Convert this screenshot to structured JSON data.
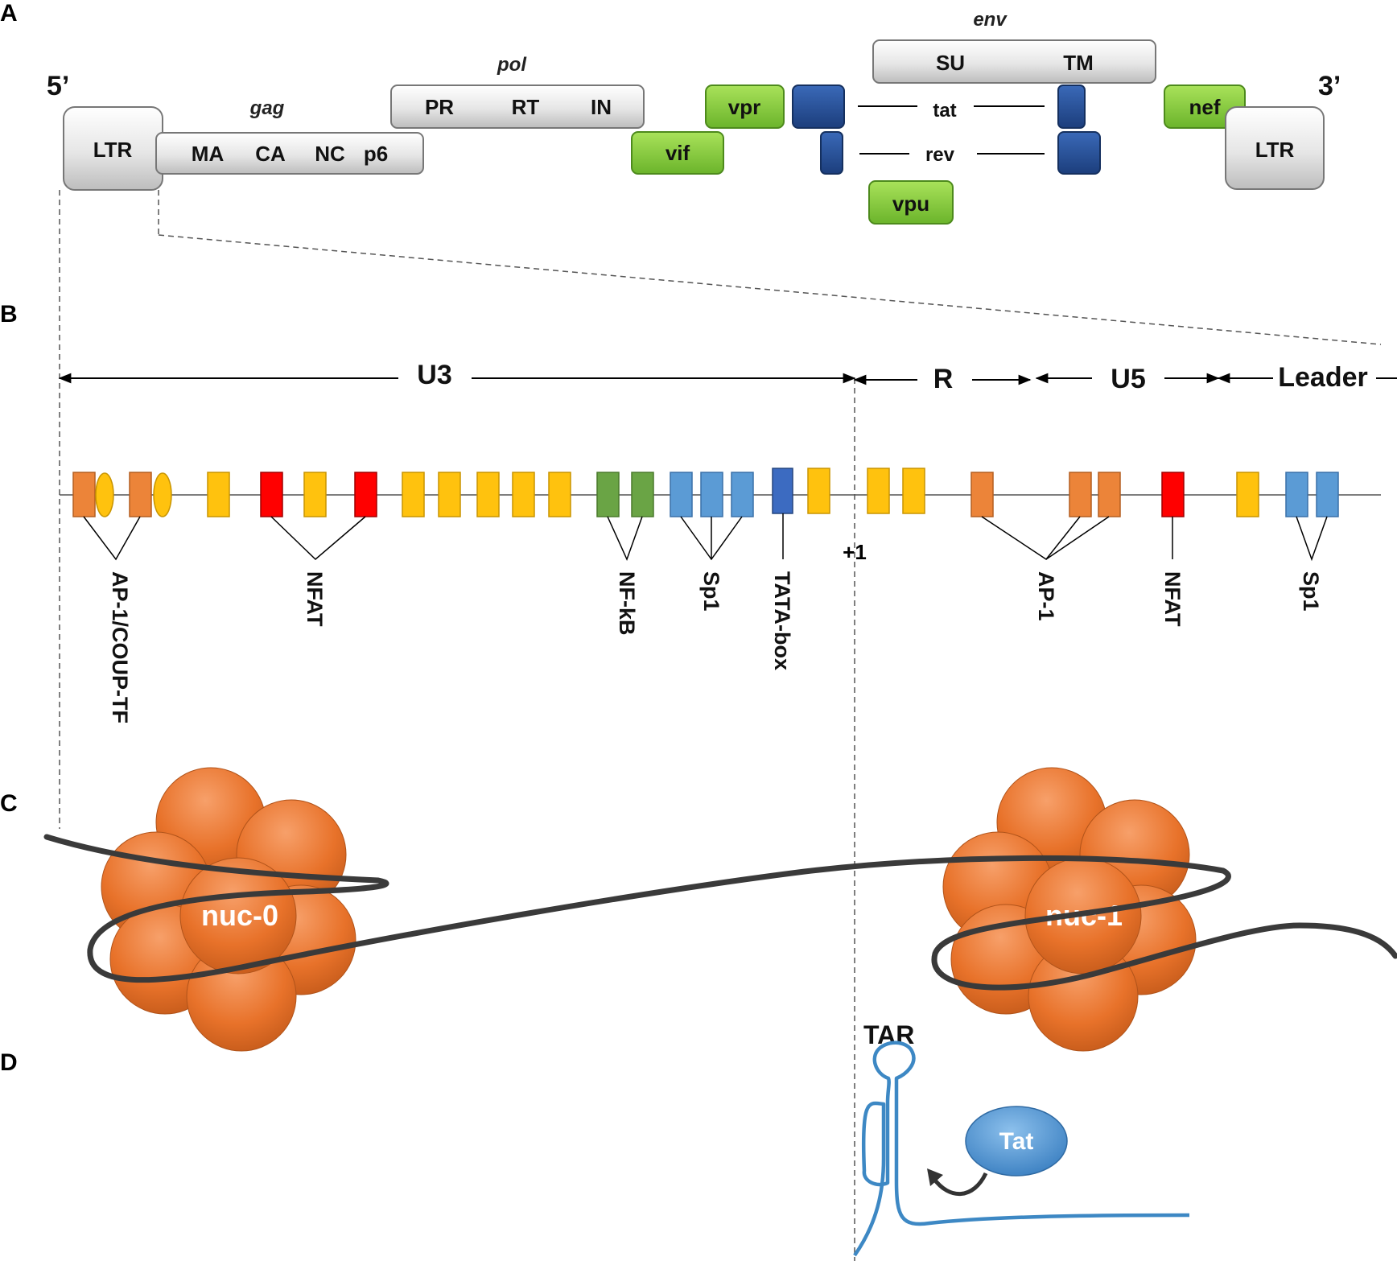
{
  "panels": [
    "A",
    "B",
    "C",
    "D"
  ],
  "genome": {
    "five_prime": "5’",
    "three_prime": "3’",
    "ltr": "LTR",
    "gag": {
      "name": "gag",
      "segments": [
        "MA",
        "CA",
        "NC",
        "p6"
      ]
    },
    "pol": {
      "name": "pol",
      "segments": [
        "PR",
        "RT",
        "IN"
      ]
    },
    "env": {
      "name": "env",
      "segments": [
        "SU",
        "TM"
      ]
    },
    "accessory": [
      "vif",
      "vpr",
      "vpu",
      "nef"
    ],
    "regulatory": [
      "tat",
      "rev"
    ]
  },
  "ltr_regions": [
    "U3",
    "R",
    "U5",
    "Leader"
  ],
  "tss": "+1",
  "tf_sites": [
    "AP-1/COUP-TF",
    "NFAT",
    "NF-kB",
    "Sp1",
    "TATA-box",
    "AP-1",
    "NFAT",
    "Sp1"
  ],
  "nucleosomes": [
    "nuc-0",
    "nuc-1"
  ],
  "tar": "TAR",
  "tat_protein": "Tat",
  "colors": {
    "gray_box": "#e4e4e4",
    "green": "#8ccf3c",
    "navy": "#27509a",
    "orange_site": "#ec8439",
    "yellow_site": "#ffc20e",
    "red_site": "#ff0000",
    "green_site": "#6aa445",
    "blue_site": "#5b9bd5",
    "tata": "#3c6bc1",
    "nucleosome": "#e8722a",
    "tar_line": "#3d88c4"
  }
}
